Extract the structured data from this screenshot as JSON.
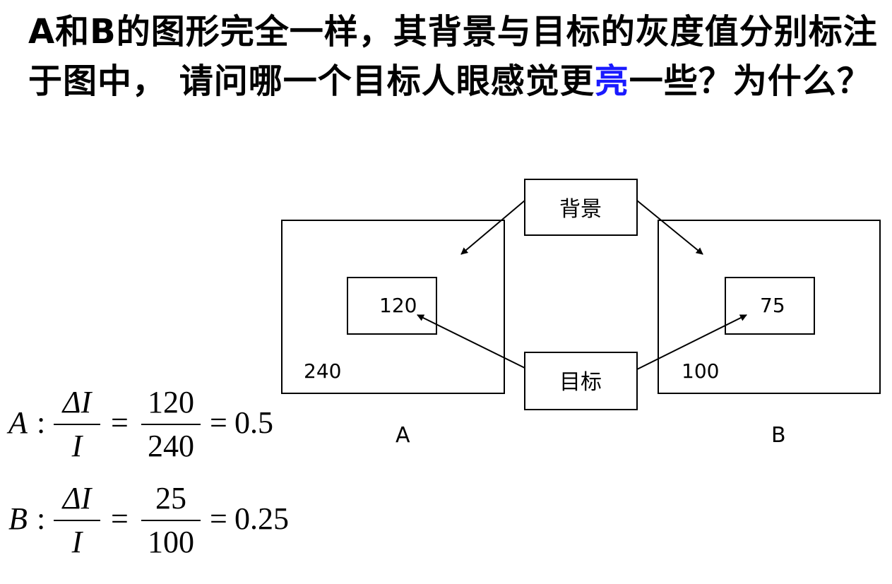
{
  "question": {
    "part1": "A和B的图形完全一样，其背景与目标的灰度值分别标注于图中， 请问哪一个目标人眼感觉更",
    "highlight": "亮",
    "part2": "一些？为什么？"
  },
  "diagram": {
    "background_label": "背景",
    "target_label": "目标",
    "panel_a": {
      "bg_value": "240",
      "target_value": "120",
      "caption": "A"
    },
    "panel_b": {
      "bg_value": "100",
      "target_value": "75",
      "caption": "B"
    }
  },
  "formulas": [
    {
      "lhs": "A",
      "colon": ":",
      "delta": "ΔI",
      "denom": "I",
      "eq1": "=",
      "num_val": "120",
      "den_val": "240",
      "eq2": "=",
      "result": "0.5"
    },
    {
      "lhs": "B",
      "colon": ":",
      "delta": "ΔI",
      "denom": "I",
      "eq1": "=",
      "num_val": "25",
      "den_val": "100",
      "eq2": "=",
      "result": "0.25"
    }
  ]
}
